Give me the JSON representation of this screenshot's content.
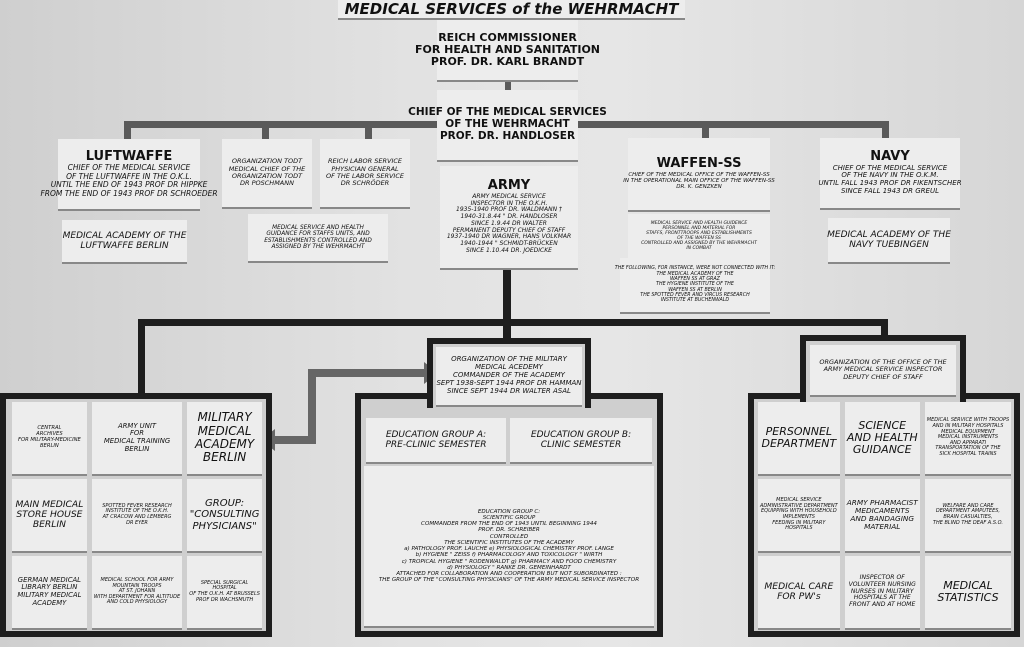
{
  "title": "MEDICAL SERVICES of the WEHRMACHT",
  "colors": {
    "background": "#d9d9d9",
    "card": "#ededed",
    "connector": "#5a5a5a",
    "frame": "#1e1e1e"
  },
  "cards": {
    "brandt": [
      "REICH COMMISSIONER",
      "FOR HEALTH AND SANITATION",
      "PROF. DR. KARL BRANDT"
    ],
    "handloser": [
      "CHIEF OF THE MEDICAL SERVICES",
      "OF THE WEHRMACHT",
      "PROF. DR. HANDLOSER"
    ],
    "luftwaffe": [
      "LUFTWAFFE",
      "CHIEF OF THE MEDICAL SERVICE",
      "OF THE LUFTWAFFE IN THE O.K.L.",
      "UNTIL THE END OF 1943 PROF DR HIPPKE",
      "FROM THE END OF 1943 PROF DR SCHROEDER"
    ],
    "luftwaffe_academy": [
      "MEDICAL ACADEMY OF THE",
      "LUFTWAFFE BERLIN"
    ],
    "todt": [
      "ORGANIZATION TODT",
      "MEDICAL CHIEF OF THE",
      "ORGANIZATION TODT",
      "DR POSCHMANN"
    ],
    "labor": [
      "REICH LABOR SERVICE",
      "PHYSICIAN GENERAL",
      "OF THE LABOR SERVICE",
      "DR SCHRÖDER"
    ],
    "todt_labor_note": [
      "MEDICAL SERVICE AND HEALTH",
      "GUIDANCE FOR STAFFS UNITS, AND",
      "ESTABLISHMENTS CONTROLLED AND",
      "ASSIGNED BY THE WEHRMACHT"
    ],
    "army": [
      "ARMY",
      "ARMY MEDICAL SERVICE",
      "INSPECTOR IN THE O.K.H.",
      "1935-1940 PROF DR. WALDMANN †",
      "1940-31.8.44 \" DR. HANDLOSER",
      "SINCE 1.9.44 DR WALTER",
      "PERMANENT DEPUTY CHIEF OF STAFF",
      "1937-1940 DR WAGNER, HANS VOLKMAR",
      "1940-1944 \" SCHMIDT-BRÜCKEN",
      "SINCE 1.10.44 DR. JOEDICKE"
    ],
    "waffen_ss": [
      "WAFFEN-SS",
      "CHIEF OF THE MEDICAL OFFICE OF THE WAFFEN-SS",
      "IN THE OPERATIONAL MAIN OFFICE OF THE WAFFEN-SS",
      "DR. K. GENZKEN"
    ],
    "waffen_ss_note": [
      "MEDICAL SERVICE AND HEALTH GUIDENCE",
      "PERSONNEL AND MATERIAL FOR",
      "STAFFS, FRONTTROOPS AND ESTABLISHMENTS",
      "OF THE WAFFEN SS",
      "CONTROLLED AND ASSIGNED BY THE WEHRMACHT",
      "IN COMBAT"
    ],
    "waffen_ss_following": [
      "THE FOLLOWING, FOR INSTANCE, WERE NOT CONNECTED WITH IT:",
      "THE MEDICAL ACADEMY OF THE",
      "WAFFEN SS AT GRAZ",
      "THE HYGIENE INSTITUTE OF THE",
      "WAFFEN SS AT BERLIN",
      "THE SPOTTED FEVER AND VIRCUS RESEARCH",
      "INSTITUTE AT BUCHENWALD"
    ],
    "navy": [
      "NAVY",
      "CHIEF OF THE MEDICAL SERVICE",
      "OF THE NAVY IN THE O.K.M.",
      "UNTIL FALL 1943 PROF DR FIKENTSCHER",
      "SINCE FALL 1943 DR GREUL"
    ],
    "navy_academy": [
      "MEDICAL ACADEMY OF THE",
      "NAVY TUEBINGEN"
    ],
    "academy_org": [
      "ORGANIZATION OF THE MILITARY",
      "MEDICAL ACEDEMY",
      "COMMANDER OF THE ACADEMY",
      "SEPT 1938-SEPT 1944 PROF DR HAMMAN",
      "SINCE SEPT 1944 DR WALTER ASAL"
    ],
    "group_a": [
      "EDUCATION GROUP A:",
      "PRE-CLINIC SEMESTER"
    ],
    "group_b": [
      "EDUCATION GROUP B:",
      "CLINIC SEMESTER"
    ],
    "group_c": [
      "EDUCATION GROUP C:",
      "SCIENTIFIC GROUP",
      "COMMANDER FROM THE END OF 1943 UNTIL BEGINNING 1944",
      "PROF. DR. SCHREIBER",
      "CONTROLLED",
      "THE SCIENTIFIC INSTITUTES OF THE ACADEMY",
      "a) PATHOLOGY  PROF. LAUCHE      e) PHYSIOLOGICAL CHEMISTRY  PROF. LANGE",
      "b) HYGIENE  \" ZEISS      f) PHARMACOLOGY AND TOXICOLOGY  \" WIRTH",
      "c) TROPICAL HYGIENE  \" RODENWALDT      g) PHARMACY AND FOOD CHEMISTRY",
      "d) PHYSIOLOGY  \" RANKE      DR. GEMEINHARDT",
      "ATTACHED FOR COLLABORATION AND COOPERATION BUT NOT SUBORDINATED :",
      "THE GROUP OF THE \"CONSULTING PHYSICIANS\" OF THE ARMY MEDICAL SERVICE INSPECTOR"
    ],
    "inspector_org": [
      "ORGANIZATION OF THE OFFICE OF THE",
      "ARMY MEDICAL SERVICE INSPECTOR",
      "DEPUTY CHIEF OF STAFF"
    ]
  },
  "left_grid": [
    [
      "CENTRAL",
      "ARCHIVES",
      "FOR MILITARY-MEDICINE",
      "BERLIN"
    ],
    [
      "ARMY UNIT",
      "FOR",
      "MEDICAL TRAINING",
      "BERLIN"
    ],
    [
      "MILITARY",
      "MEDICAL",
      "ACADEMY",
      "BERLIN"
    ],
    [
      "MAIN MEDICAL",
      "STORE HOUSE",
      "BERLIN"
    ],
    [
      "SPOTTED FEVER RESEARCH",
      "INSTITUTE OF THE O.K.H.",
      "AT CRACOW AND LEMBERG",
      "DR EYER"
    ],
    [
      "GROUP:",
      "\"CONSULTING",
      "PHYSICIANS\""
    ],
    [
      "GERMAN MEDICAL",
      "LIBRARY BERLIN",
      "MILITARY MEDICAL",
      "ACADEMY"
    ],
    [
      "MEDICAL SCHOOL FOR ARMY",
      "MOUNTAIN TROOPS",
      "AT ST. JOHANN",
      "WITH DEPARTMENT FOR ALTITUDE",
      "AND COLD PHYSIOLOGY"
    ],
    [
      "SPECIAL SURGICAL",
      "HOSPITAL",
      "OF THE O.K.H. AT BRUSSELS",
      "PROF DR WACHSMUTH"
    ]
  ],
  "right_grid": [
    [
      "PERSONNEL",
      "DEPARTMENT"
    ],
    [
      "SCIENCE",
      "AND HEALTH",
      "GUIDANCE"
    ],
    [
      "MEDICAL SERVICE WITH TROOPS",
      "AND IN MILITARY HOSPITALS",
      "MEDICAL EQUIPMENT",
      "MEDICAL INSTRUMENTS",
      "AND APPARATI",
      "TRANSPORTATION OF THE",
      "SICK HOSPITAL TRAINS"
    ],
    [
      "MEDICAL SERVICE",
      "ADMINISTRATIVE DEPARTMENT",
      "EQUIPPING WITH HOUSEHOLD",
      "IMPLEMENTS",
      "FEEDING IN MILITARY",
      "HOSPITALS"
    ],
    [
      "ARMY PHARMACIST",
      "MEDICAMENTS",
      "AND BANDAGING",
      "MATERIAL"
    ],
    [
      "WELFARE AND CARE",
      "DEPARTMENT AMPUTEES,",
      "BRAIN CASUALTIES,",
      "THE BLIND THE DEAF A.S.O."
    ],
    [
      "MEDICAL CARE",
      "FOR PW's"
    ],
    [
      "INSPECTOR OF",
      "VOLUNTEER NURSING",
      "NURSES IN MILITARY",
      "HOSPITALS AT THE",
      "FRONT AND AT HOME"
    ],
    [
      "MEDICAL",
      "STATISTICS"
    ]
  ]
}
